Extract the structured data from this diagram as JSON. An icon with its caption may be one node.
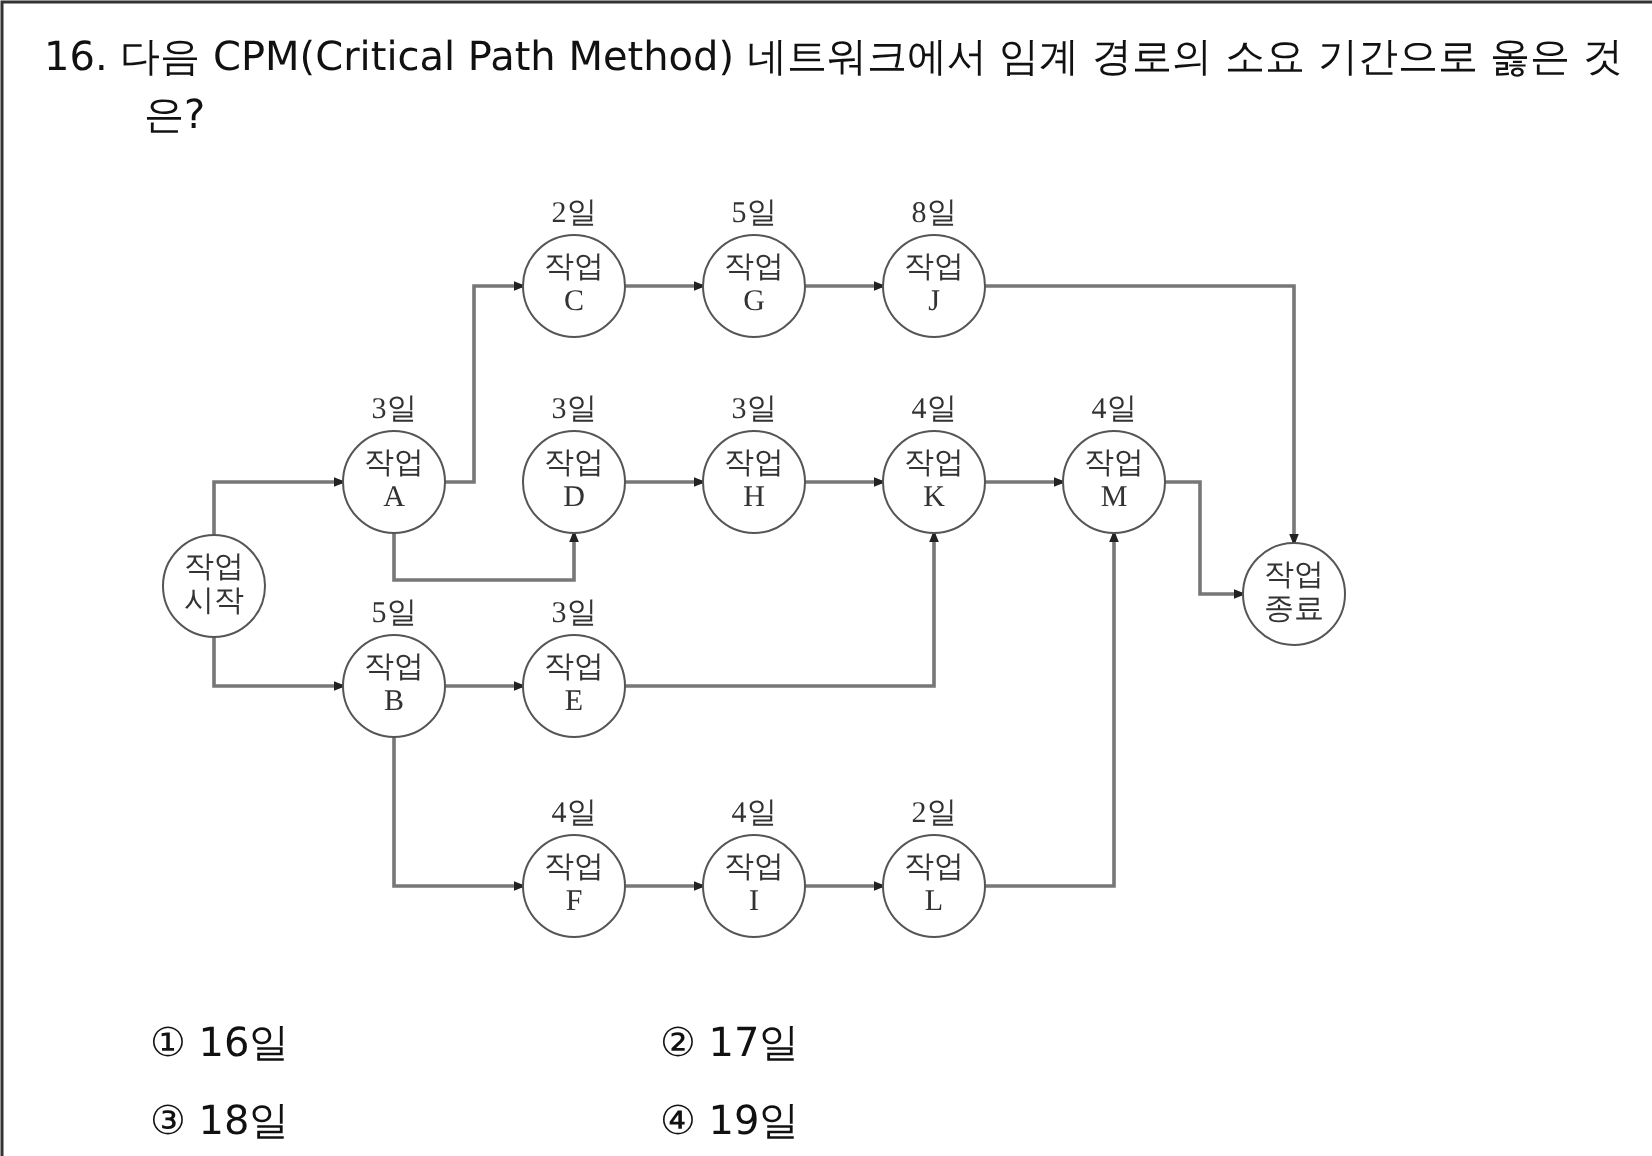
{
  "diagram": {
    "title": "16. 다음 CPM(Critical Path Method) 네트워크에서 임계 경로의 소요 기간으로 옳은 것은?",
    "nodes": [
      {
        "text": [
          "작업 시작"
        ]
      },
      {
        "text": [
          "작업 A"
        ],
        "beside": [
          "3일"
        ]
      },
      {
        "text": [
          "작업 C"
        ],
        "beside": [
          "2일"
        ]
      },
      {
        "text": [
          "작업 G"
        ],
        "beside": [
          "5일"
        ]
      },
      {
        "text": [
          "작업 J"
        ],
        "beside": [
          "8일"
        ]
      },
      {
        "text": [
          "작업 D"
        ],
        "beside": [
          "3일"
        ]
      },
      {
        "text": [
          "작업 H"
        ],
        "beside": [
          "3일"
        ]
      },
      {
        "text": [
          "작업 K"
        ],
        "beside": [
          "4일"
        ]
      },
      {
        "text": [
          "작업 M"
        ],
        "beside": [
          "4일"
        ]
      },
      {
        "text": [
          "작업 종료"
        ]
      },
      {
        "text": [
          "작업 B"
        ],
        "beside": [
          "5일"
        ]
      },
      {
        "text": [
          "작업 E"
        ],
        "beside": [
          "3일"
        ]
      },
      {
        "text": [
          "작업 F"
        ],
        "beside": [
          "4일"
        ]
      },
      {
        "text": [
          "작업 I"
        ],
        "beside": [
          "4일"
        ]
      },
      {
        "text": [
          "작업 L"
        ],
        "beside": [
          "2일"
        ]
      }
    ],
    "edges": [
      {
        "from": 0,
        "to": 1,
        "arrow": "to"
      },
      {
        "from": 0,
        "to": 10,
        "arrow": "to"
      },
      {
        "from": 1,
        "to": 2,
        "arrow": "to"
      },
      {
        "from": 1,
        "to": 5,
        "arrow": "to"
      },
      {
        "from": 2,
        "to": 3,
        "arrow": "to"
      },
      {
        "from": 3,
        "to": 4,
        "arrow": "to"
      },
      {
        "from": 4,
        "to": 9,
        "arrow": "to"
      },
      {
        "from": 5,
        "to": 6,
        "arrow": "to"
      },
      {
        "from": 6,
        "to": 7,
        "arrow": "to"
      },
      {
        "from": 7,
        "to": 8,
        "arrow": "to"
      },
      {
        "from": 8,
        "to": 9,
        "arrow": "to"
      },
      {
        "from": 10,
        "to": 11,
        "arrow": "to"
      },
      {
        "from": 11,
        "to": 7,
        "arrow": "to"
      },
      {
        "from": 10,
        "to": 12,
        "arrow": "to"
      },
      {
        "from": 12,
        "to": 13,
        "arrow": "to"
      },
      {
        "from": 13,
        "to": 14,
        "arrow": "to"
      },
      {
        "from": 14,
        "to": 8,
        "arrow": "to"
      }
    ],
    "labels": [
      "① 16일",
      "② 17일",
      "③ 18일",
      "④ 19일"
    ]
  }
}
